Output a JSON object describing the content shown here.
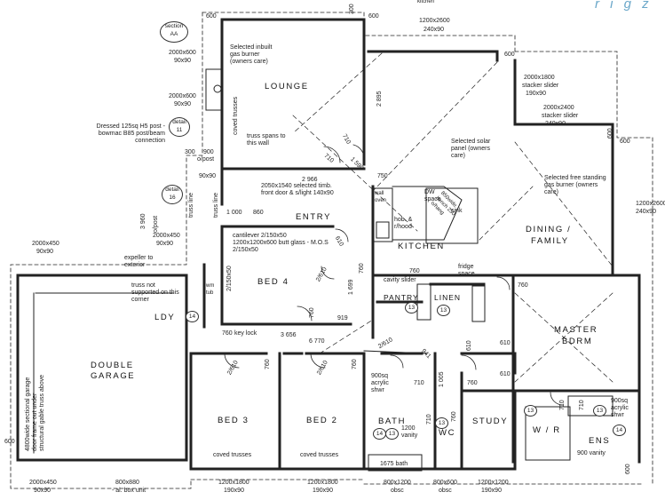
{
  "top_right_fragment": "r i g z",
  "top_small": "kitchen",
  "rooms": {
    "lounge": "LOUNGE",
    "entry": "ENTRY",
    "kitchen": "KITCHEN",
    "dining_line1": "DINING /",
    "dining_line2": "FAMILY",
    "bed4": "BED 4",
    "pantry": "PANTRY",
    "linen": "LINEN",
    "ldy": "LDY",
    "garage_line1": "DOUBLE",
    "garage_line2": "GARAGE",
    "master_line1": "MASTER",
    "master_line2": "BDRM",
    "bed3": "BED 3",
    "bed2": "BED 2",
    "bath": "BATH",
    "wc": "WC",
    "study": "STUDY",
    "wr": "W / R",
    "ens": "ENS"
  },
  "notes": {
    "section_label": "section",
    "section_id": "AA",
    "gas_burner": "Selected inbuilt gas burner (owners care)",
    "coved_trusses_lounge": "coved trusses",
    "truss_spans": "truss spans to this wall",
    "dressed_post": "Dressed 125sq H5 post - bowmac B85 post/beam connection",
    "detail_label": "detail",
    "detail_11": "11",
    "detail_16": "16",
    "opost_top": "o/post",
    "opost_left": "o/post",
    "truss_line_1": "truss line",
    "truss_line_2": "truss line",
    "front_door": "2050x1540 selected timb. front door & s/light 140x90",
    "cantilever": "cantilever 2/150x50 1200x1200x600 butt glass - M.O.S 2/150x50",
    "expeller": "expeller to exterior",
    "truss_not_supported": "truss not supported on this corner",
    "sink_cabinet": "wm tub",
    "wall_oven": "wall oven",
    "dw_space": "DW space",
    "bench": "850wide bench 250 o/hang",
    "sink": "sink",
    "hob": "hob. & r/hood",
    "fridge": "fridge space",
    "cavity_slider": "cavity slider",
    "solar_panel": "Selected solar panel (owners care)",
    "free_standing_burner": "Selected free standing gas burner (owners care)",
    "garage_door": "4800wide sectional garage door frame out under structural gable truss above",
    "key_lock": "key lock",
    "acrylic_shwr": "900sq acrylic shwr",
    "acrylic_shwr_ens": "900sq acrylic shwr",
    "vanity_1200": "1200 vanity",
    "vanity_900": "900 vanity",
    "bath_1675": "1675 bath",
    "coved_trusses_bed3": "coved trusses",
    "coved_trusses_bed2": "coved trusses",
    "box_unit": "- al. box unit"
  },
  "windows": {
    "w_top_right": "1200x2600",
    "w_top_right_s": "240x90",
    "w_stacker1": "2000x1800",
    "w_stacker1_b": "stacker slider",
    "w_stacker1_s": "190x90",
    "w_stacker2": "2000x2400",
    "w_stacker2_b": "stacker slider",
    "w_stacker2_s": "240x90",
    "w_right": "1200x2600",
    "w_right_s": "240x90",
    "w_lounge1": "2000x600",
    "w_lounge1_s": "90x90",
    "w_lounge2": "2000x600",
    "w_lounge2_s": "90x90",
    "w_entry_side": "2000x450",
    "w_entry_side_s": "90x90",
    "w_ldy": "2000x450",
    "w_ldy_s": "90x90",
    "w_gar_bottom": "2000x450",
    "w_gar_bottom_s": "90x90",
    "w_box_unit": "800x880",
    "w_bed3": "1200x1800",
    "w_bed3_s": "190x90",
    "w_bed2": "1200x1800",
    "w_bed2_s": "190x90",
    "w_bath": "800x1200",
    "w_bath_s": "obsc",
    "w_wc": "800x600",
    "w_wc_s": "obsc",
    "w_study": "1200x1200",
    "w_study_s": "190x90"
  },
  "dims": {
    "d600_a": "600",
    "d600_b": "600",
    "d600_c": "600",
    "d600_d": "600",
    "d600_e": "600",
    "d600_f": "600",
    "d600_g": "600",
    "d300_a": "300",
    "d300_b": "300",
    "d900": "900",
    "d90x90": "90x90",
    "d2895": "2 895",
    "d1590": "1 590",
    "d710_a": "710",
    "d710_b": "710",
    "d710_c": "710",
    "d710_d": "710",
    "d710_e": "710",
    "d710_f": "710",
    "d2966": "2 966",
    "d750": "750",
    "d1000": "1 000",
    "d860": "860",
    "d3960": "3 960",
    "d610_a": "610",
    "d610_b": "610",
    "d610_c": "610",
    "d610_d": "610",
    "d2150": "2/150x50",
    "d2610_a": "2/610",
    "d2610_b": "2/610",
    "d2610_c": "2/610",
    "d2610_d": "2/610",
    "d760_a": "760",
    "d760_b": "760",
    "d760_c": "760",
    "d760_d": "760",
    "d760_e": "760",
    "d760_f": "760",
    "d760_g": "760",
    "d760_h": "760",
    "d1699": "1 699",
    "d919": "919",
    "d3656": "3 656",
    "d6770": "6 770",
    "d941": "941",
    "d1005": "1 005",
    "d760_key": "760"
  },
  "tags": {
    "t14_a": "14",
    "t13_a": "13",
    "t13_b": "13",
    "t14_b": "14",
    "t13_c": "13",
    "t13_d": "13",
    "t13_e": "13",
    "t14_c": "14",
    "t13_f": "13"
  }
}
